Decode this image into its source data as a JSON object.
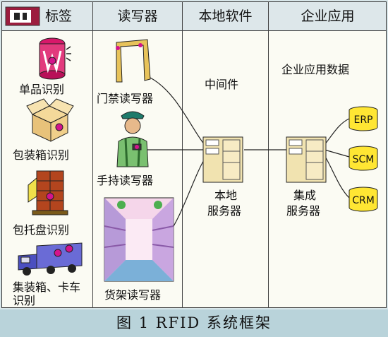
{
  "columns": {
    "tags": "标签",
    "readers": "读写器",
    "local_software": "本地软件",
    "enterprise_apps": "企业应用"
  },
  "tags": {
    "item": "单品识别",
    "case": "包装箱识别",
    "pallet": "包托盘识别",
    "container_line1": "集装箱、卡车",
    "container_line2": "识别"
  },
  "readers": {
    "door": "门禁读写器",
    "handheld": "手持读写器",
    "shelf": "货架读写器"
  },
  "local_software": {
    "middleware": "中间件",
    "server_line1": "本地",
    "server_line2": "服务器"
  },
  "enterprise": {
    "data": "企业应用数据",
    "server_line1": "集成",
    "server_line2": "服务器",
    "erp": "ERP",
    "scm": "SCM",
    "crm": "CRM"
  },
  "caption": "图 1   RFID 系统框架",
  "colors": {
    "panel_bg": "#fbfbf3",
    "header_bg": "#dde7ea",
    "caption_bg": "#b9d3da",
    "server_tan": "#f1e3b0",
    "cylinder_yellow": "#ffe633",
    "tag_magenta": "#d4148c"
  },
  "icons": [
    "tag-icon",
    "jar-icon",
    "box-icon",
    "pallet-icon",
    "truck-icon",
    "door-reader-icon",
    "handheld-worker-icon",
    "shelf-reader-icon",
    "server-icon",
    "database-icon"
  ]
}
